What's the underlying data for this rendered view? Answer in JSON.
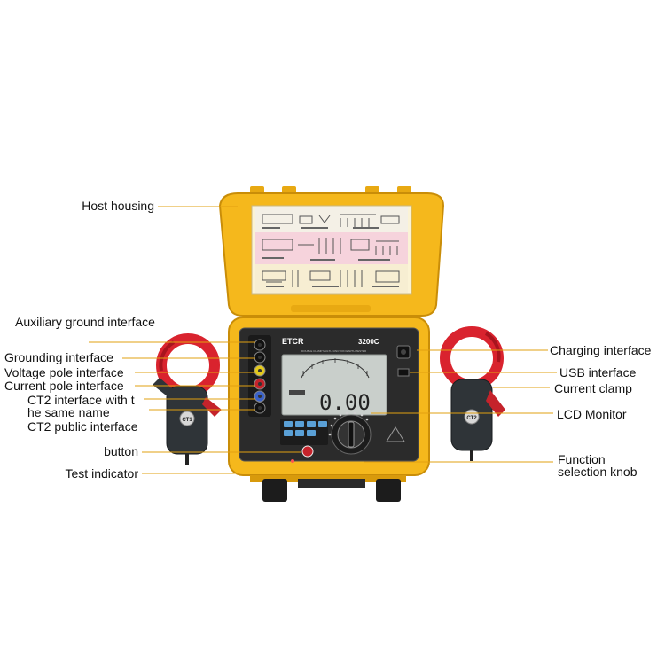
{
  "device": {
    "brand": "ETCR",
    "model": "3200C",
    "subtitle": "DOUBLE CLAMP MULTI-FUNCTION EARTH TESTER",
    "lcd_value": "0.00",
    "clamp_left": "CT1",
    "clamp_right": "CT2",
    "colors": {
      "case": "#f5b81c",
      "case_dark": "#d89a0c",
      "panel": "#2b2b2b",
      "clamp_red": "#d9232e",
      "lcd": "#c9cfcb"
    }
  },
  "labels": {
    "host_housing": "Host housing",
    "aux_ground": "Auxiliary ground interface",
    "grounding": "Grounding interface",
    "voltage_pole": "Voltage pole interface",
    "current_pole": "Current pole interface",
    "ct2_same_1": "CT2 interface with t",
    "ct2_same_2": "he same name",
    "ct2_public": "CT2 public interface",
    "button": "button",
    "test_indicator": "Test indicator",
    "charging": "Charging interface",
    "usb": "USB interface",
    "current_clamp": "Current clamp",
    "lcd_monitor": "LCD Monitor",
    "function_1": "Function",
    "function_2": "selection knob"
  }
}
